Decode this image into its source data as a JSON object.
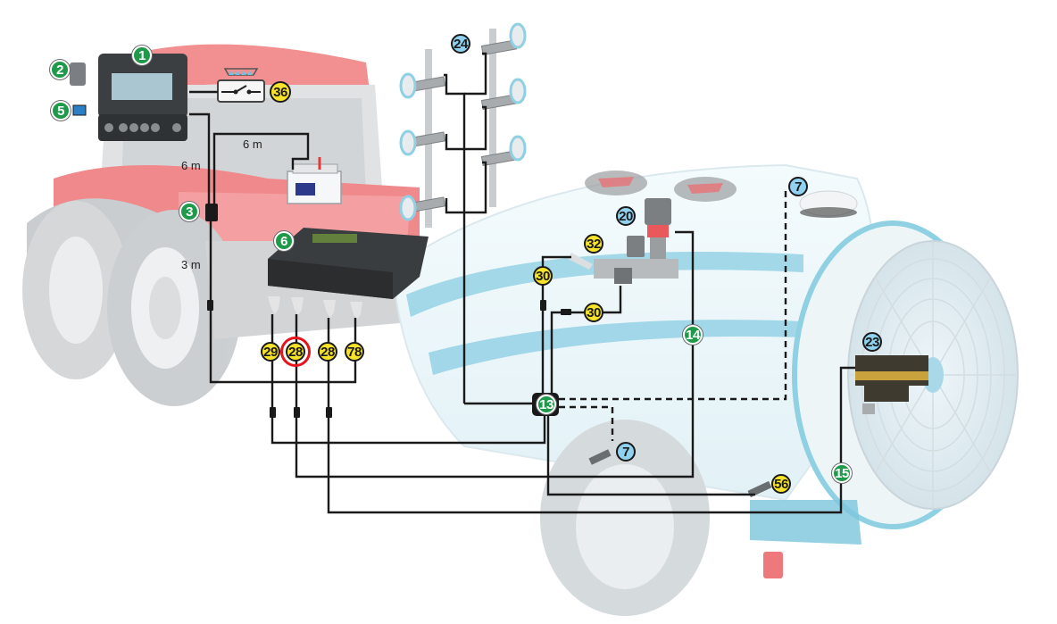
{
  "diagram": {
    "title": "Sprayer electronic control system wiring layout",
    "cable_lengths": {
      "console_to_junction": "6 m",
      "battery_cable": "6 m",
      "junction_to_ecu": "3 m"
    },
    "component_labels": [
      {
        "id": "1",
        "color": "green",
        "component": "control-console"
      },
      {
        "id": "2",
        "color": "green",
        "component": "console-bracket"
      },
      {
        "id": "5",
        "color": "green",
        "component": "memory-card"
      },
      {
        "id": "3",
        "color": "green",
        "component": "junction-connector"
      },
      {
        "id": "6",
        "color": "green",
        "component": "control-unit"
      },
      {
        "id": "36",
        "color": "yellow",
        "component": "boom-switch"
      },
      {
        "id": "24",
        "color": "blue",
        "component": "ultrasonic-sensors"
      },
      {
        "id": "20",
        "color": "blue",
        "component": "regulating-valve"
      },
      {
        "id": "32",
        "color": "yellow",
        "component": "pressure-sensor"
      },
      {
        "id": "30a",
        "text": "30",
        "color": "yellow",
        "component": "flow-meter-cable-upper"
      },
      {
        "id": "30b",
        "text": "30",
        "color": "yellow",
        "component": "flow-meter-cable-lower"
      },
      {
        "id": "14",
        "color": "green",
        "component": "valve-cable"
      },
      {
        "id": "7a",
        "text": "7",
        "color": "blue",
        "component": "gps-antenna"
      },
      {
        "id": "7b",
        "text": "7",
        "color": "blue",
        "component": "wheel-speed-sensor"
      },
      {
        "id": "13",
        "color": "green",
        "component": "sensor-junction"
      },
      {
        "id": "23",
        "color": "blue",
        "component": "section-valves"
      },
      {
        "id": "15",
        "color": "green",
        "component": "section-valve-cable"
      },
      {
        "id": "56",
        "color": "yellow",
        "component": "fan-speed-sensor"
      },
      {
        "id": "29",
        "color": "yellow",
        "component": "connector-cable-29"
      },
      {
        "id": "28a",
        "text": "28",
        "color": "yellow",
        "component": "connector-cable-28-highlighted",
        "highlighted": true
      },
      {
        "id": "28b",
        "text": "28",
        "color": "yellow",
        "component": "connector-cable-28"
      },
      {
        "id": "78",
        "color": "yellow",
        "component": "connector-cable-78"
      }
    ],
    "colors": {
      "green_label": "#1f9a4a",
      "yellow_label": "#f7e32a",
      "blue_label": "#8fd1ee",
      "highlight_ring": "#e8141c",
      "wire": "#1a1a1a",
      "tractor_red": "#e9585b",
      "sprayer_cyan": "#7cc6dc"
    }
  }
}
